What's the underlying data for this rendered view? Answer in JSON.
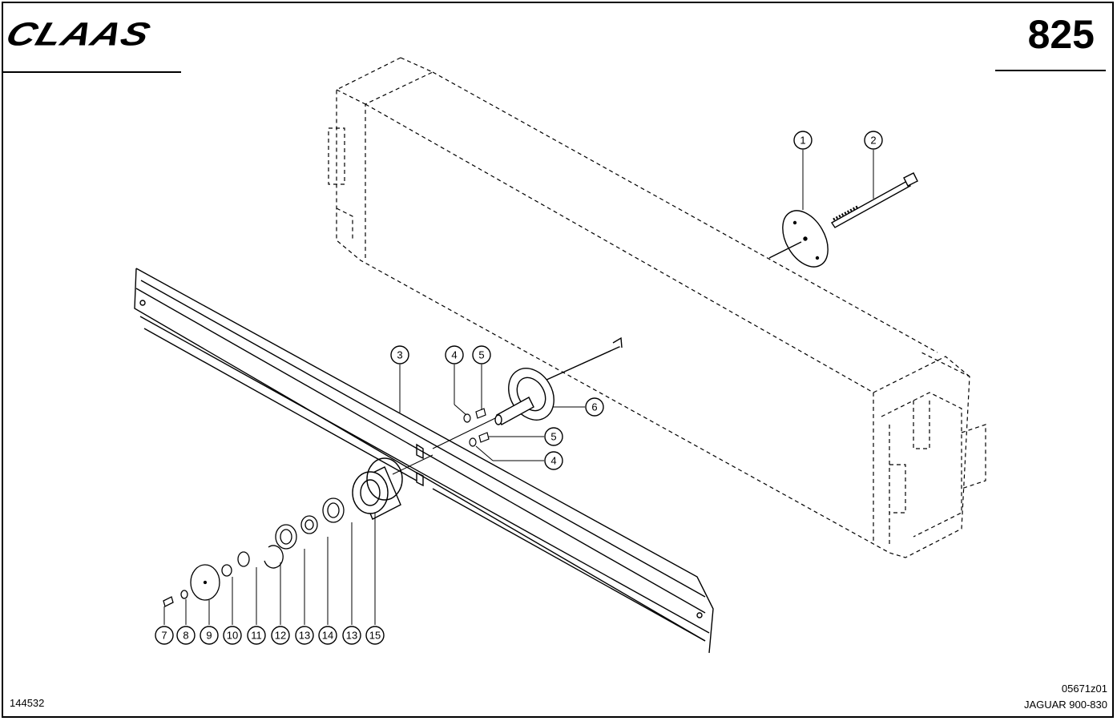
{
  "header": {
    "brand": "CLAAS",
    "page_number": "825"
  },
  "footer": {
    "left_code": "144532",
    "drawing_code": "05671z01",
    "model": "JAGUAR 900-830"
  },
  "callouts": [
    "1",
    "2",
    "3",
    "4",
    "5",
    "6",
    "5",
    "4",
    "7",
    "8",
    "9",
    "10",
    "11",
    "12",
    "13",
    "14",
    "13",
    "15"
  ]
}
